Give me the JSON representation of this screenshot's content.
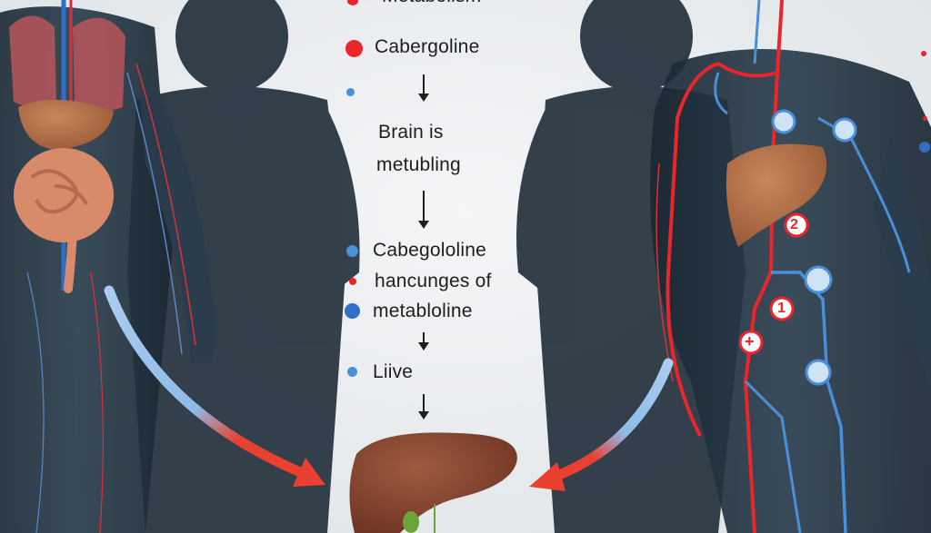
{
  "labels": {
    "top_cut": "Metabolism",
    "step1": "Cabergoline",
    "step2_line1": "Brain  is",
    "step2_line2": "metubling",
    "step3_line1": "Cabegololine",
    "step3_line2": "hancunges of",
    "step3_line3": "metabloline",
    "step4": "Liive"
  },
  "markers": {
    "left_person": [
      "2",
      "1",
      "+"
    ]
  },
  "colors": {
    "red": "#e8262c",
    "blue": "#2f6fc6",
    "light_blue": "#4a90d9",
    "body": "#223240",
    "liver": "#8a4a34",
    "arrow_blue": "#8fbbe8",
    "arrow_red": "#e9402f"
  }
}
